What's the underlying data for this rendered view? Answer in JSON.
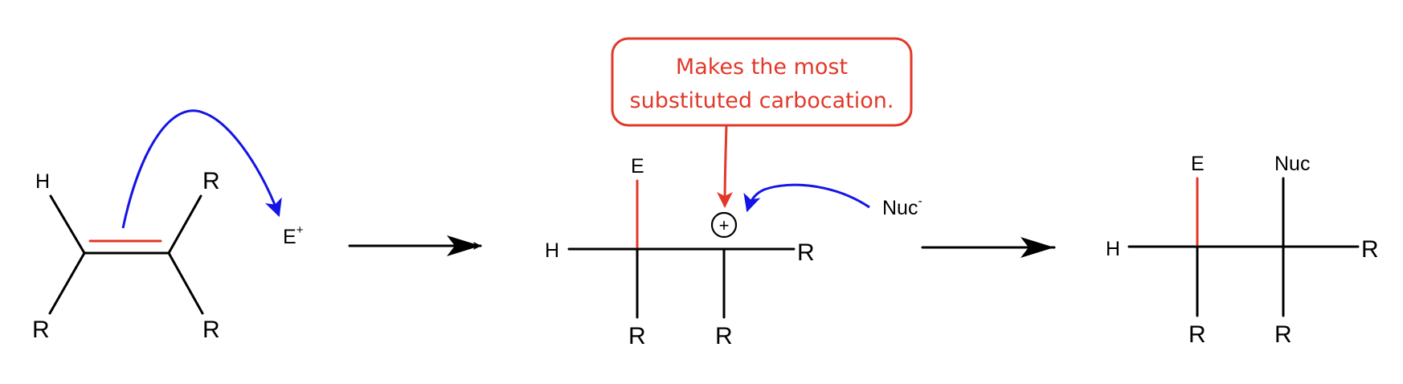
{
  "colors": {
    "bond": "#000000",
    "highlight_bond": "#e2382a",
    "electron_arrow": "#1414e6",
    "callout": "#e2382a",
    "callout_background": "#ffffff"
  },
  "reactant": {
    "atoms": {
      "h": "H",
      "r_top_right": "R",
      "r_bottom_left": "R",
      "r_bottom_right": "R"
    },
    "electrophile": {
      "symbol": "E",
      "charge": "+"
    }
  },
  "intermediate": {
    "atoms": {
      "h": "H",
      "e": "E",
      "r_right": "R",
      "r_bottom_left": "R",
      "r_bottom_right": "R"
    },
    "cation_charge": "+",
    "nucleophile": {
      "symbol": "Nuc",
      "charge": "-"
    }
  },
  "callout": {
    "line1": "Makes the most",
    "line2": "substituted carbocation."
  },
  "product": {
    "atoms": {
      "h": "H",
      "e": "E",
      "nuc": "Nuc",
      "r_right": "R",
      "r_bottom_left": "R",
      "r_bottom_right": "R"
    }
  }
}
